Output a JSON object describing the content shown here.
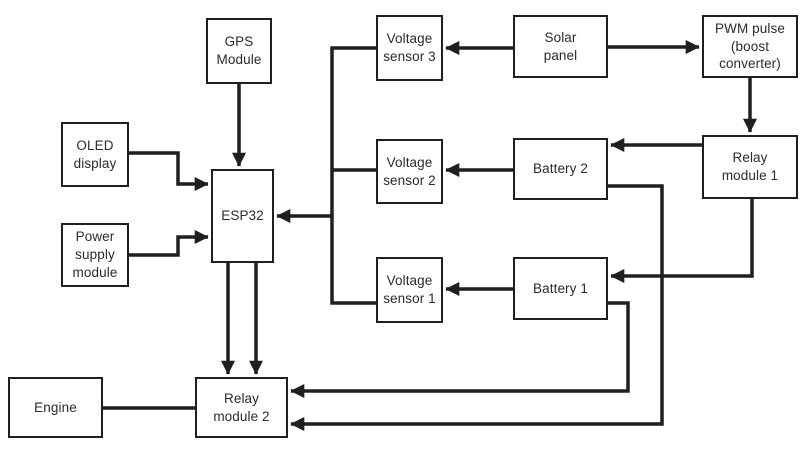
{
  "diagram": {
    "type": "block-diagram",
    "nodes": {
      "gps": {
        "label": "GPS\nModule"
      },
      "oled": {
        "label": "OLED\ndisplay"
      },
      "power": {
        "label": "Power\nsupply\nmodule"
      },
      "esp32": {
        "label": "ESP32"
      },
      "engine": {
        "label": "Engine"
      },
      "relay2": {
        "label": "Relay\nmodule 2"
      },
      "vs3": {
        "label": "Voltage\nsensor 3"
      },
      "vs2": {
        "label": "Voltage\nsensor 2"
      },
      "vs1": {
        "label": "Voltage\nsensor 1"
      },
      "solar": {
        "label": "Solar\npanel"
      },
      "bat2": {
        "label": "Battery 2"
      },
      "bat1": {
        "label": "Battery 1"
      },
      "pwm": {
        "label": "PWM pulse\n(boost\nconverter)"
      },
      "relay1": {
        "label": "Relay\nmodule 1"
      }
    },
    "edges": [
      {
        "from": "gps",
        "to": "esp32",
        "arrow": true
      },
      {
        "from": "oled",
        "to": "esp32",
        "arrow": true
      },
      {
        "from": "power",
        "to": "esp32",
        "arrow": true
      },
      {
        "from": "voltage-sensor-bus",
        "to": "esp32",
        "arrow": true
      },
      {
        "from": "voltage-sensor-bus",
        "to": "vs3",
        "arrow": false
      },
      {
        "from": "voltage-sensor-bus",
        "to": "vs2",
        "arrow": false
      },
      {
        "from": "voltage-sensor-bus",
        "to": "vs1",
        "arrow": false
      },
      {
        "from": "solar",
        "to": "vs3",
        "arrow": true
      },
      {
        "from": "solar",
        "to": "pwm",
        "arrow": true
      },
      {
        "from": "pwm",
        "to": "relay1",
        "arrow": true
      },
      {
        "from": "relay1",
        "to": "bat2",
        "arrow": true
      },
      {
        "from": "relay1",
        "to": "bat1",
        "arrow": true
      },
      {
        "from": "bat2",
        "to": "vs2",
        "arrow": true
      },
      {
        "from": "bat1",
        "to": "vs1",
        "arrow": true
      },
      {
        "from": "bat2",
        "to": "relay2",
        "arrow": true
      },
      {
        "from": "bat1",
        "to": "relay2",
        "arrow": true
      },
      {
        "from": "esp32",
        "to": "relay2",
        "arrow": true
      },
      {
        "from": "esp32",
        "to": "relay2",
        "arrow": true
      },
      {
        "from": "engine",
        "to": "relay2",
        "arrow": false
      }
    ],
    "colors": {
      "line": "#1f1f1f",
      "box_border": "#1f1f1f",
      "text": "#2b2b2b",
      "background": "#ffffff"
    }
  }
}
